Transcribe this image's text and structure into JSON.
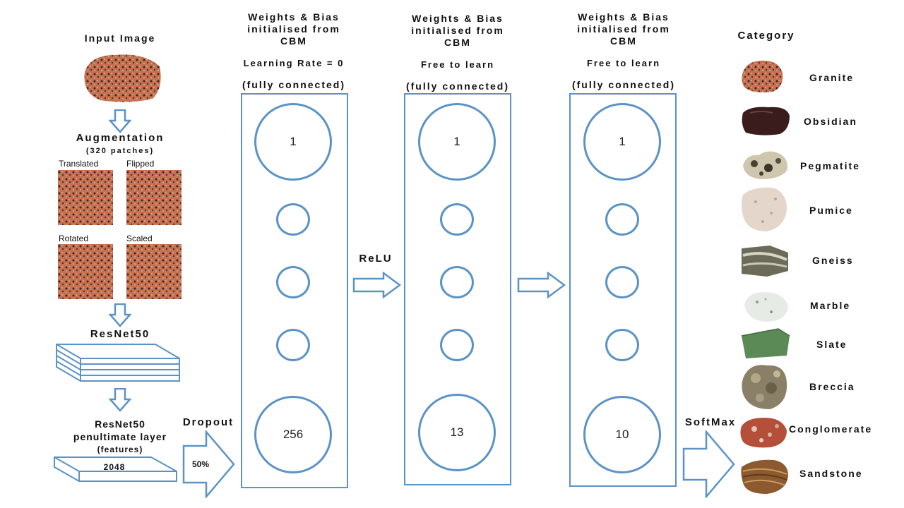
{
  "input": {
    "title": "Input Image"
  },
  "augmentation": {
    "title": "Augmentation",
    "subtitle": "(320 patches)",
    "patches": [
      "Translated",
      "Flipped",
      "Rotated",
      "Scaled"
    ]
  },
  "resnet": {
    "title": "ResNet50"
  },
  "penultimate": {
    "line1": "ResNet50",
    "line2": "penultimate  layer",
    "line3": "(features)",
    "value": "2048"
  },
  "dropout": {
    "label": "Dropout",
    "rate": "50%"
  },
  "relu": {
    "label": "ReLU"
  },
  "softmax": {
    "label": "SoftMax"
  },
  "layers": [
    {
      "h1": "Weights & Bias",
      "h2": "initialised from",
      "h3": "CBM",
      "note": "Learning Rate = 0",
      "type": "(fully connected)",
      "first": "1",
      "last": "256"
    },
    {
      "h1": "Weights & Bias",
      "h2": "initialised from",
      "h3": "CBM",
      "note": "Free to learn",
      "type": "(fully connected)",
      "first": "1",
      "last": "13"
    },
    {
      "h1": "Weights & Bias",
      "h2": "initialised from",
      "h3": "CBM",
      "note": "Free to learn",
      "type": "(fully connected)",
      "first": "1",
      "last": "10"
    }
  ],
  "category": {
    "title": "Category",
    "items": [
      "Granite",
      "Obsidian",
      "Pegmatite",
      "Pumice",
      "Gneiss",
      "Marble",
      "Slate",
      "Breccia",
      "Conglomerate",
      "Sandstone"
    ]
  },
  "colors": {
    "accent": "#5b93c7",
    "granite": "#c8704f"
  }
}
